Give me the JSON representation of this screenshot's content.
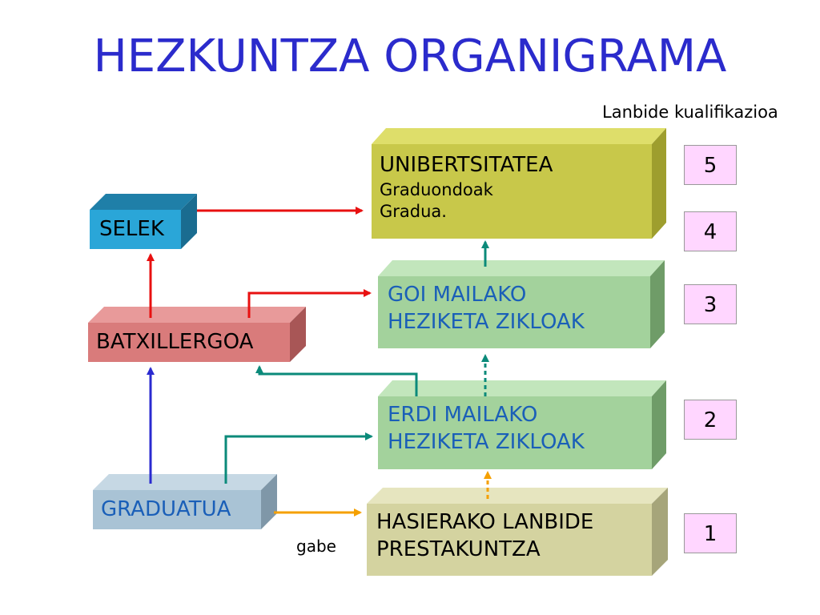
{
  "title": "HEZKUNTZA ORGANIGRAMA",
  "qualification_caption": "Lanbide kualifikazioa",
  "boxes": {
    "unibertsitatea": {
      "line1": "UNIBERTSITATEA",
      "line2": "Graduondoak",
      "line3": "Gradua."
    },
    "selek": {
      "label": "SELEK"
    },
    "goi_mailako": {
      "line1": "GOI MAILAKO",
      "line2": "HEZIKETA ZIKLOAK"
    },
    "batxillergoa": {
      "label": "BATXILLERGOA"
    },
    "erdi_mailako": {
      "line1": "ERDI MAILAKO",
      "line2": "HEZIKETA ZIKLOAK"
    },
    "graduatua": {
      "label": "GRADUATUA"
    },
    "hasierako": {
      "line1": "HASIERAKO LANBIDE",
      "line2": "PRESTAKUNTZA"
    }
  },
  "edge_label_gabe": "gabe",
  "levels": [
    "5",
    "4",
    "3",
    "2",
    "1"
  ],
  "colors": {
    "title": "#2b2bcc",
    "unibertsitatea": "#c8c84a",
    "selek": "#2aa6d8",
    "green_box": "#a3d29c",
    "batxillergoa": "#d97b7b",
    "graduatua": "#a9c3d5",
    "hasierako": "#d4d3a0",
    "level_box": "#ffd6ff",
    "arrow_red": "#e81010",
    "arrow_blue": "#2a2ad0",
    "arrow_teal": "#0b8a7a",
    "arrow_orange": "#f5a000"
  }
}
